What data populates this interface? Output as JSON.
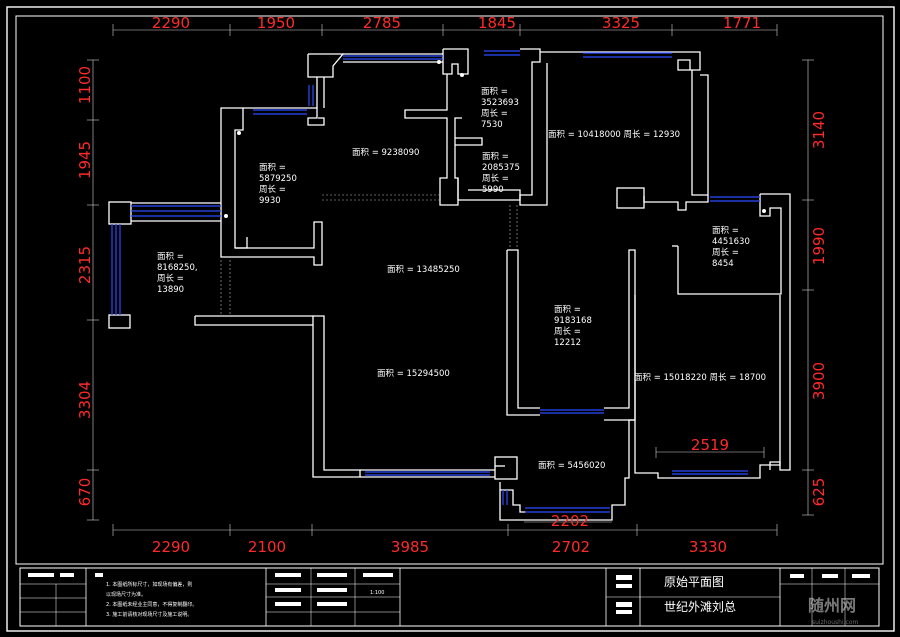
{
  "dimensions": {
    "top": [
      "2290",
      "1950",
      "2785",
      "1845",
      "3325",
      "1771"
    ],
    "bottom": [
      "2290",
      "2100",
      "3985",
      "2702",
      "3330"
    ],
    "left": [
      "1100",
      "1945",
      "2315",
      "3304",
      "670"
    ],
    "right": [
      "3140",
      "1990",
      "3900",
      "625"
    ],
    "inner": [
      "2519",
      "2202"
    ]
  },
  "rooms": [
    {
      "lines": [
        "面积 = 9238090"
      ]
    },
    {
      "lines": [
        "面积 =",
        "3523693",
        "周长 =",
        "7530"
      ]
    },
    {
      "lines": [
        "面积 =",
        "2085375",
        "周长 =",
        "5990"
      ]
    },
    {
      "lines": [
        "面积 = 10418000  周长 = 12930"
      ]
    },
    {
      "lines": [
        "面积 =",
        "5879250",
        "周长 =",
        "9930"
      ]
    },
    {
      "lines": [
        "面积 =",
        "8168250,",
        "周长 =",
        "13890"
      ]
    },
    {
      "lines": [
        "面积 = 13485250"
      ]
    },
    {
      "lines": [
        "面积 =",
        "4451630",
        "周长 =",
        "8454"
      ]
    },
    {
      "lines": [
        "面积 =",
        "9183168",
        "周长 =",
        "12212"
      ]
    },
    {
      "lines": [
        "面积 = 15294500"
      ]
    },
    {
      "lines": [
        "面积 = 15018220  周长 = 18700"
      ]
    },
    {
      "lines": [
        "面积 = 5456020"
      ]
    }
  ],
  "title_block": {
    "notes": [
      "1. 本图纸所标尺寸，如现场有偏差，则",
      "以现场尺寸为准。",
      "2. 本图纸未经业主同意，不得复制翻印。",
      "3. 施工前请核对现场尺寸及施工说明。"
    ],
    "scale": "1:100",
    "drawing_name": "原始平面图",
    "project_name": "世纪外滩刘总"
  },
  "watermark": {
    "brand": "随州网",
    "url": "suizhoushi.com"
  }
}
